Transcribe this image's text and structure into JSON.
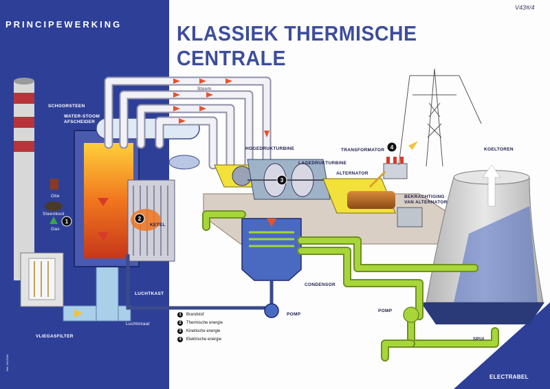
{
  "header": {
    "left_title": "PRINCIPEWERKING",
    "main_title": "KLASSIEK THERMISCHE CENTRALE",
    "signature": "V43#/4"
  },
  "labels": {
    "schoorsteen": "SCHOORSTEEN",
    "water_stoom_line1": "WATER-STOOM",
    "water_stoom_line2": "AFSCHEIDER",
    "olie": "Olie",
    "steenkool": "Steenkool",
    "gas": "Gas",
    "ketel": "KETEL",
    "stoom": "Stoom",
    "hogedrukturbine": "HOGEDRUKTURBINE",
    "lagedrukturbine": "LAGEDRUKTURBINE",
    "alternator": "ALTERNATOR",
    "transformator": "TRANSFORMATOR",
    "koeltoren": "KOELTOREN",
    "bekrachtiging_line1": "BEKRACHTIGING",
    "bekrachtiging_line2": "VAN ALTERNATOR",
    "condensor": "CONDENSOR",
    "luchtkast": "LUCHTKAST",
    "luchtinlaat": "Luchtinlaat",
    "vliegasfilter": "VLIEGASFILTER",
    "pomp_1": "POMP",
    "pomp_2": "POMP",
    "spui": "SPUI"
  },
  "markers": [
    "1",
    "2",
    "3",
    "4"
  ],
  "legend": [
    {
      "num": "1",
      "text": "Brandstof"
    },
    {
      "num": "2",
      "text": "Thermische energie"
    },
    {
      "num": "3",
      "text": "Kinetische energie"
    },
    {
      "num": "4",
      "text": "Elektrische energie"
    }
  ],
  "footer": {
    "brand": "ELECTRABEL",
    "code": "Ref. LW-5234"
  },
  "colors": {
    "panel_blue": "#2e3f98",
    "title_blue": "#3d4d9c",
    "steam_pipe": "#c9c9d8",
    "water_pipe": "#a6d63a",
    "flow_arrow": "#e8522a",
    "air_duct": "#a9cfe9",
    "turbine_yellow": "#f2e13a",
    "cooling_tower": "#cfcfcf"
  }
}
